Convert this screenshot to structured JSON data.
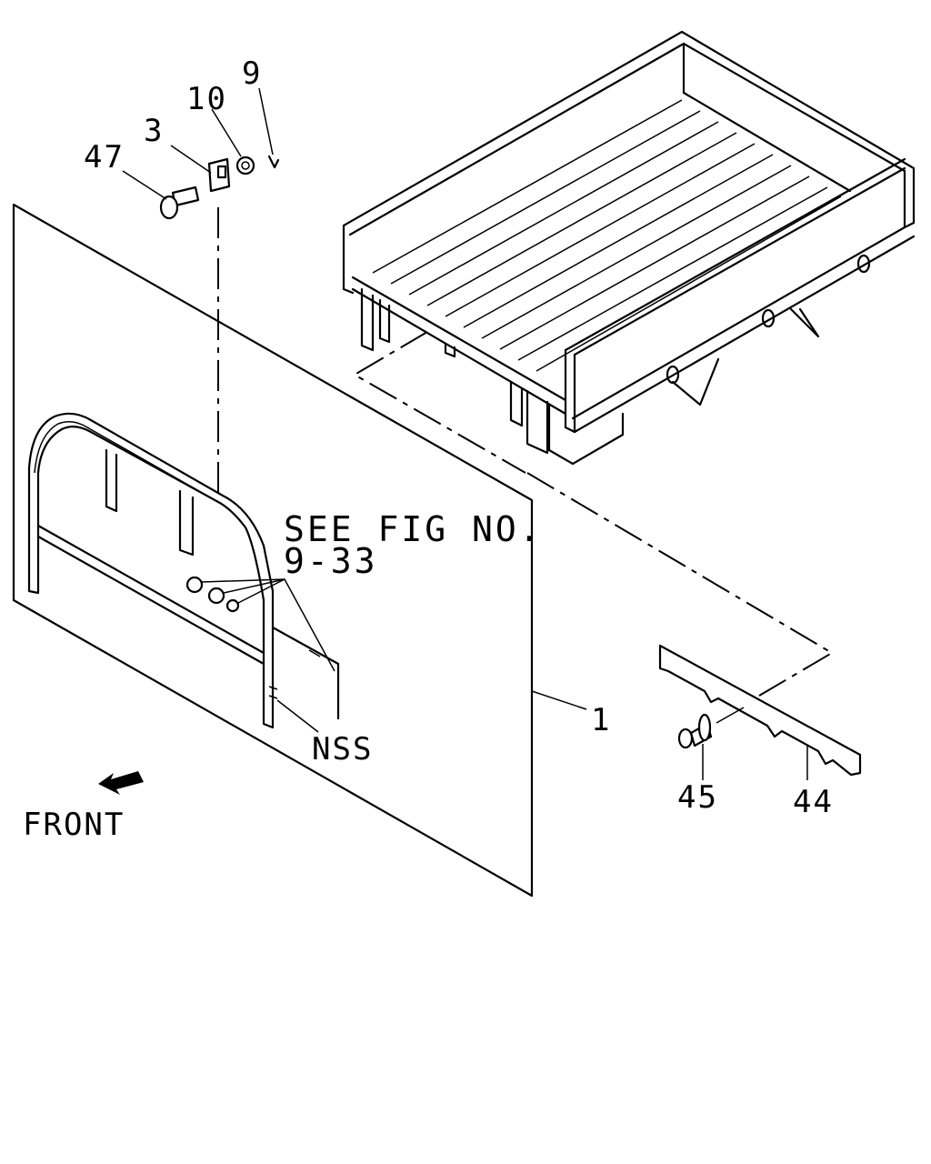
{
  "callouts": {
    "part_47": "47",
    "part_3": "3",
    "part_10": "10",
    "part_9": "9",
    "part_1": "1",
    "part_45": "45",
    "part_44": "44"
  },
  "notes": {
    "see_fig_line1": "SEE FIG NO.",
    "see_fig_line2": "9-33",
    "nss": "NSS",
    "front": "FRONT"
  }
}
